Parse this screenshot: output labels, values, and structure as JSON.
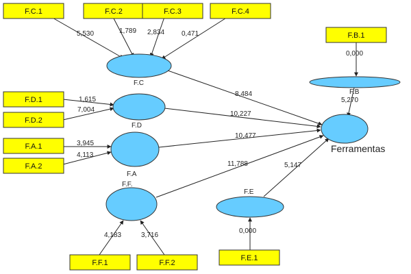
{
  "indicators": {
    "fc1": "F.C.1",
    "fc2": "F.C.2",
    "fc3": "F.C.3",
    "fc4": "F.C.4",
    "fd1": "F.D.1",
    "fd2": "F.D.2",
    "fa1": "F.A.1",
    "fa2": "F.A.2",
    "ff1": "F.F.1",
    "ff2": "F.F.2",
    "fe1": "F.E.1",
    "fb1": "F.B.1"
  },
  "constructs": {
    "fc": "F.C",
    "fd": "F.D",
    "fa": "F.A",
    "ff": "F.F.",
    "fe": "F.E",
    "fb": "F.B",
    "ferramentas": "Ferramentas"
  },
  "weights": {
    "fc1_fc": "5,530",
    "fc2_fc": "1,789",
    "fc3_fc": "2,834",
    "fc4_fc": "0,471",
    "fd1_fd": "1,615",
    "fd2_fd": "7,004",
    "fa1_fa": "3,945",
    "fa2_fa": "4,113",
    "ff1_ff": "4,183",
    "ff2_ff": "3,716",
    "fe1_fe": "0,000",
    "fb1_fb": "0,000",
    "fc_ferr": "8,484",
    "fd_ferr": "10,227",
    "fa_ferr": "10,477",
    "ff_ferr": "11,788",
    "fe_ferr": "5,147",
    "fb_ferr": "5,270"
  },
  "colors": {
    "indicator_fill": "#ffff00",
    "construct_fill": "#66ccff"
  }
}
